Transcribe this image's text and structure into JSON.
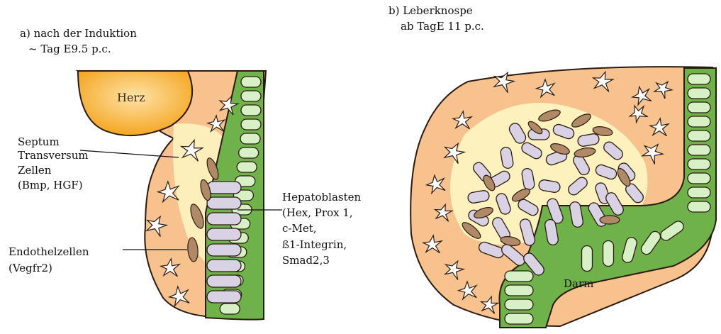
{
  "panel_a": {
    "title_line1": "a) nach der Induktion",
    "title_line2": "~ Tag E9.5 p.c."
  },
  "panel_b": {
    "title_line1": "b) Leberknospe",
    "title_line2": "ab TagE 11 p.c."
  },
  "labels": {
    "herz": "Herz",
    "septum": [
      "Septum",
      "Transversum",
      "Zellen",
      "(Bmp, HGF)"
    ],
    "endothel": [
      "Endothelzellen",
      "(Vegfr2)"
    ],
    "hepatoblasten": [
      "Hepatoblasten",
      "(Hex, Prox 1,",
      "c-Met,",
      "ß1-Integrin,",
      "Smad2,3"
    ],
    "darm": "Darm"
  },
  "colors": {
    "mesenchyme": "#f8c28f",
    "outline": "#2a1a10",
    "heart_outer": "#f5a623",
    "heart_inner": "#fde3a7",
    "yellow_zone": "#fdf4c0",
    "epithelium": "#6fb24a",
    "epithelium_cell": "#d8f0c6",
    "hepatoblast": "#d9d2e4",
    "endothelial": "#b08a66"
  }
}
